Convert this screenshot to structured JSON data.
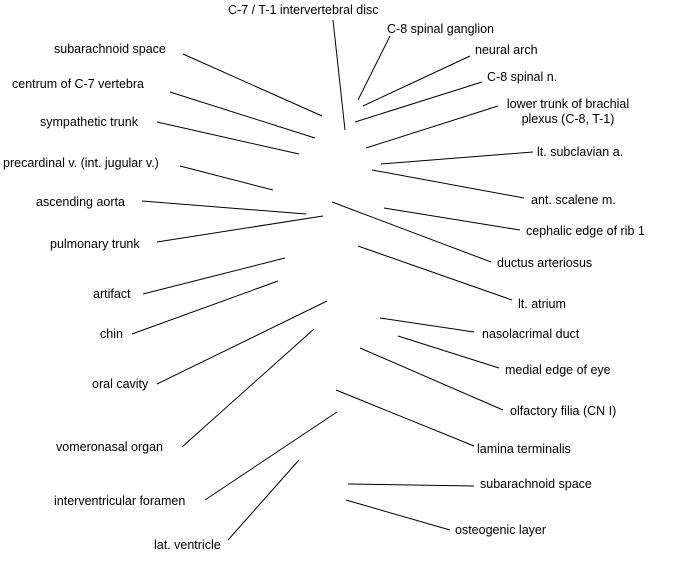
{
  "labels": {
    "c7_t1_disc": "C-7 / T-1 intervertebral disc",
    "c8_ganglion": "C-8 spinal ganglion",
    "neural_arch": "neural arch",
    "c8_nerve": "C-8 spinal n.",
    "lower_trunk": "lower trunk of brachial plexus (C-8, T-1)",
    "subclavian": "lt. subclavian a.",
    "scalene": "ant. scalene m.",
    "rib1": "cephalic edge of rib 1",
    "ductus": "ductus arteriosus",
    "atrium": "lt. atrium",
    "nasolacrimal": "nasolacrimal duct",
    "medial_eye": "medial edge of eye",
    "olfactory": "olfactory filia (CN I)",
    "lamina": "lamina terminalis",
    "subarachnoid_right": "subarachnoid space",
    "osteogenic": "osteogenic layer",
    "subarachnoid_left": "subarachnoid space",
    "centrum": "centrum of C-7 vertebra",
    "sympathetic": "sympathetic trunk",
    "precardinal": "precardinal v. (int. jugular v.)",
    "aorta": "ascending aorta",
    "pulmonary": "pulmonary trunk",
    "artifact": "artifact",
    "chin": "chin",
    "oral": "oral cavity",
    "vomeronasal": "vomeronasal organ",
    "interventricular": "interventricular foramen",
    "lat_ventricle": "lat. ventricle"
  }
}
